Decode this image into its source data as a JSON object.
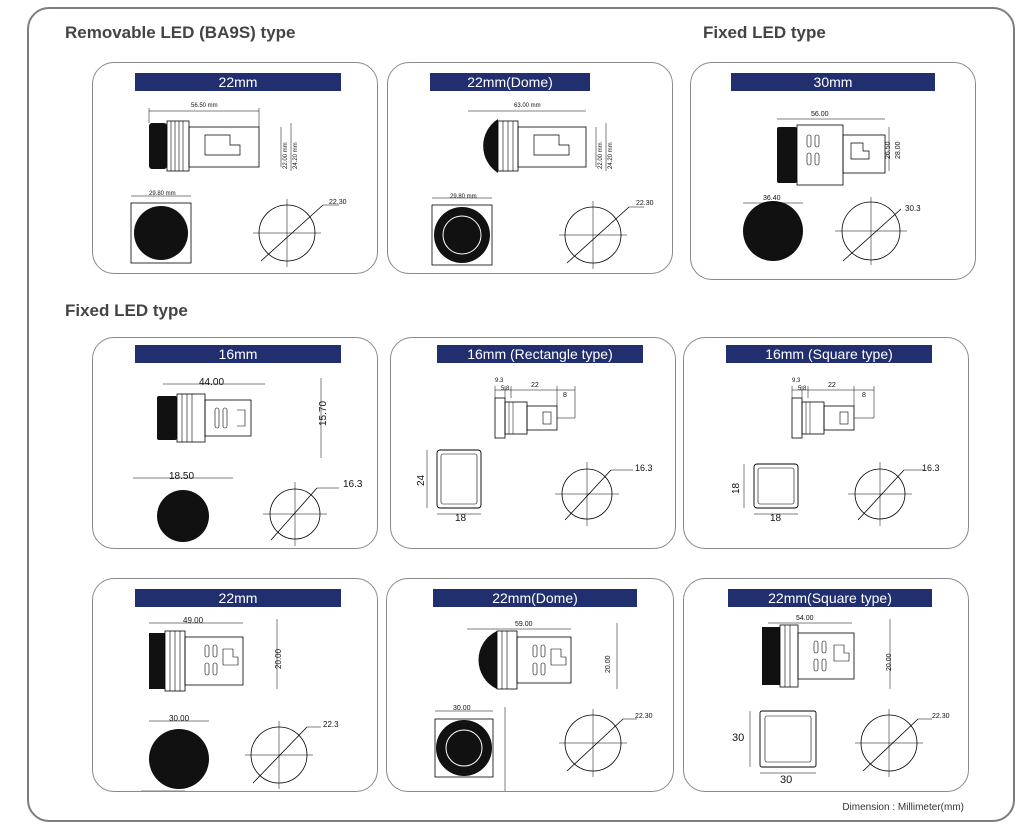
{
  "sections": {
    "removable_title": "Removable LED (BA9S) type",
    "fixed_top_title": "Fixed LED type",
    "fixed_title": "Fixed LED type"
  },
  "cards": {
    "c1": {
      "title": "22mm",
      "length": "56.50 mm",
      "h1": "22.00 mm",
      "h2": "24.20 mm",
      "width": "29.80 mm",
      "diameter": "22.30"
    },
    "c2": {
      "title": "22mm(Dome)",
      "length": "63.00 mm",
      "h1": "22.00 mm",
      "h2": "24.20 mm",
      "width": "29.80 mm",
      "diameter": "22.30"
    },
    "c3": {
      "title": "30mm",
      "length": "56.00",
      "h1": "26.50",
      "h2": "28.00",
      "width": "36.40",
      "diameter": "30.3"
    },
    "c4": {
      "title": "16mm",
      "length": "44.00",
      "height": "15.70",
      "width": "18.50",
      "diameter": "16.3"
    },
    "c5": {
      "title": "16mm (Rectangle type)",
      "a": "9.3",
      "b": "5.8",
      "c": "22",
      "d": "8",
      "height": "24",
      "width": "18",
      "diameter": "16.3"
    },
    "c6": {
      "title": "16mm (Square type)",
      "a": "9.3",
      "b": "5.8",
      "c": "22",
      "d": "8",
      "height": "18",
      "width": "18",
      "diameter": "16.3"
    },
    "c7": {
      "title": "22mm",
      "length": "49.00",
      "height": "20.00",
      "width": "30.00",
      "diameter": "22.3"
    },
    "c8": {
      "title": "22mm(Dome)",
      "length": "59.00",
      "height": "20.00",
      "width": "30.00",
      "diameter": "22.30"
    },
    "c9": {
      "title": "22mm(Square type)",
      "length": "54.00",
      "height": "20.00",
      "side_h": "30",
      "side_w": "30",
      "diameter": "22.30"
    }
  },
  "footer": "Dimension : Millimeter(mm)"
}
